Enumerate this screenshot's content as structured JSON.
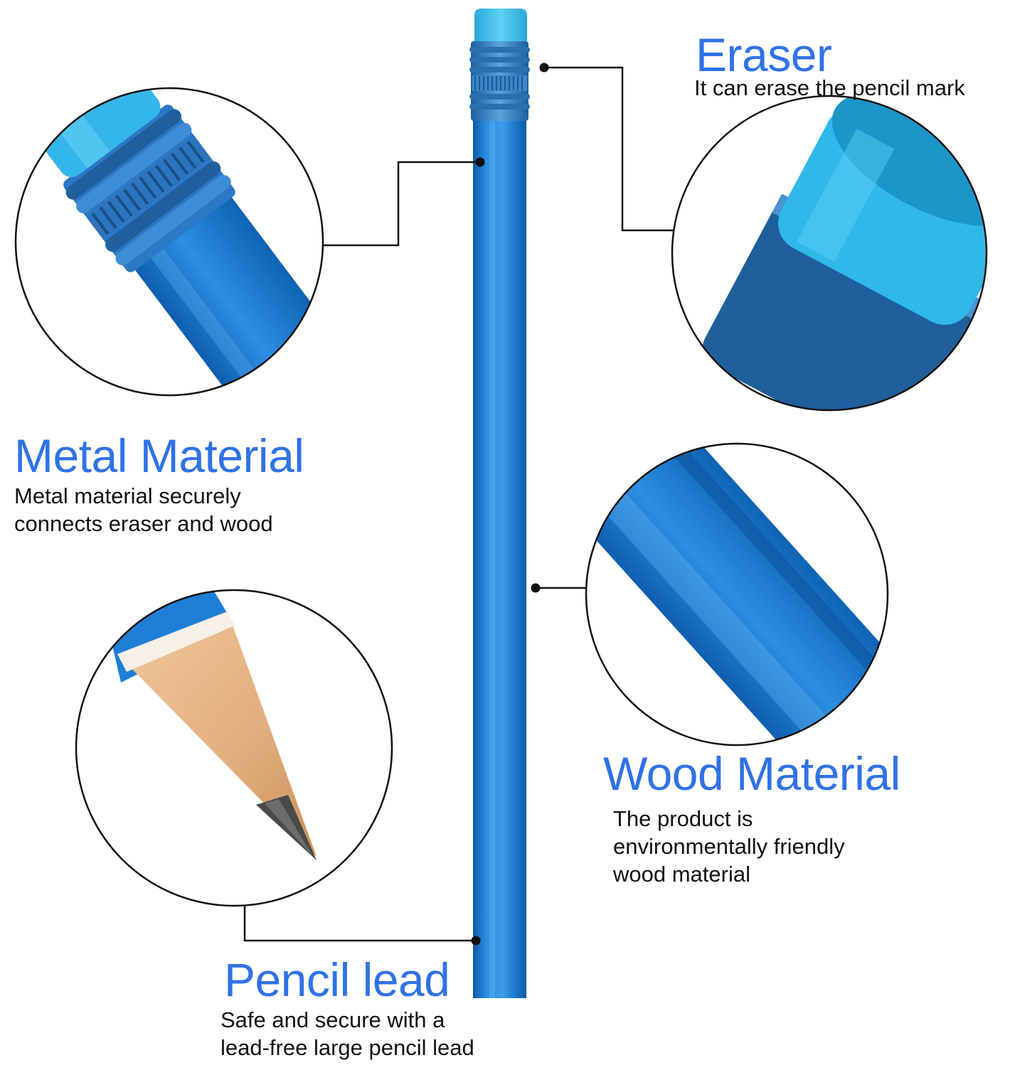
{
  "colors": {
    "accent": "#2f72e6",
    "pencil_blue": "#1f80d4",
    "pencil_blue_dark": "#0f5fae",
    "eraser_cyan": "#3cc0ee",
    "eraser_cyan_dark": "#1a9fd1",
    "wood": "#e9b98a",
    "graphite": "#4a4a4a",
    "line": "#111111"
  },
  "features": {
    "eraser": {
      "title": "Eraser",
      "lines": [
        "It can erase the pencil mark"
      ]
    },
    "metal": {
      "title": "Metal Material",
      "lines": [
        "Metal material securely",
        "connects eraser and wood"
      ]
    },
    "wood": {
      "title": "Wood Material",
      "lines": [
        "The product is",
        "environmentally friendly",
        "wood material"
      ]
    },
    "lead": {
      "title": "Pencil lead",
      "lines": [
        "Safe and secure with a",
        "lead-free large pencil lead"
      ]
    }
  }
}
